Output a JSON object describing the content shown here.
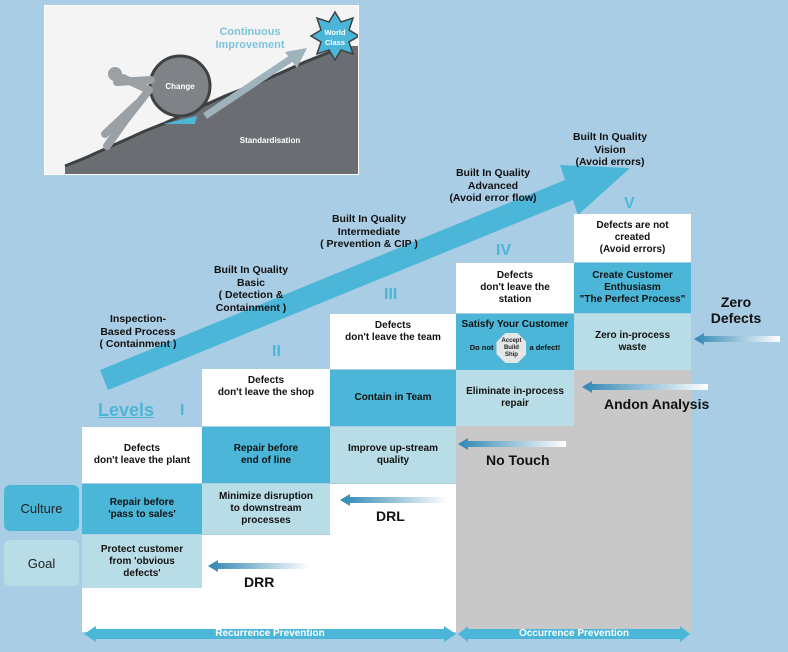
{
  "illustration": {
    "continuous_improvement": "Continuous\nImprovement",
    "world_class": "World\nClass",
    "change": "Change",
    "standardisation": "Standardisation"
  },
  "levels_label": "Levels",
  "levels": [
    {
      "numeral": "I",
      "title": "Inspection-\nBased Process\n( Containment )"
    },
    {
      "numeral": "II",
      "title": "Built In Quality\nBasic\n( Detection &\nContainment )"
    },
    {
      "numeral": "III",
      "title": "Built In Quality\nIntermediate\n( Prevention & CIP )"
    },
    {
      "numeral": "IV",
      "title": "Built In Quality\nAdvanced\n(Avoid error flow)"
    },
    {
      "numeral": "V",
      "title": "Built In Quality\nVision\n(Avoid errors)"
    }
  ],
  "cells": {
    "c1_top": "Defects\ndon't leave the plant",
    "c1_culture": "Repair before\n'pass to sales'",
    "c1_goal": "Protect customer\nfrom 'obvious\ndefects'",
    "c2_top": "Defects\ndon't leave the shop",
    "c2_mid": "Repair before\nend of line",
    "c2_low": "Minimize disruption\nto downstream\nprocesses",
    "c3_top": "Defects\ndon't leave the  team",
    "c3_mid": "Contain in Team",
    "c3_low": "Improve up-stream\nquality",
    "c4_top": "Defects\ndon't leave the\nstation",
    "c4_mid_title": "Satisfy Your Customer",
    "c4_mid_left": "Do not",
    "c4_mid_octagon": "Accept\nBuild\nShip",
    "c4_mid_right": "a defect!",
    "c4_low": "Eliminate in-process\nrepair",
    "c5_top": "Defects are not\ncreated\n(Avoid errors)",
    "c5_mid": "Create Customer\nEnthusiasm\n\"The Perfect Process\"",
    "c5_low": "Zero in-process\nwaste"
  },
  "side_labels": {
    "culture": "Culture",
    "goal": "Goal"
  },
  "arrows": {
    "drr": "DRR",
    "drl": "DRL",
    "no_touch": "No Touch",
    "andon": "Andon  Analysis",
    "zero_defects": "Zero\nDefects"
  },
  "bottom": {
    "recurrence": "Recurrence Prevention",
    "occurrence": "Occurrence Prevention"
  },
  "colors": {
    "accent": "#4bb6d7",
    "light": "#b9dde6",
    "background": "#a9cde4",
    "gray": "#c8c8c8"
  }
}
